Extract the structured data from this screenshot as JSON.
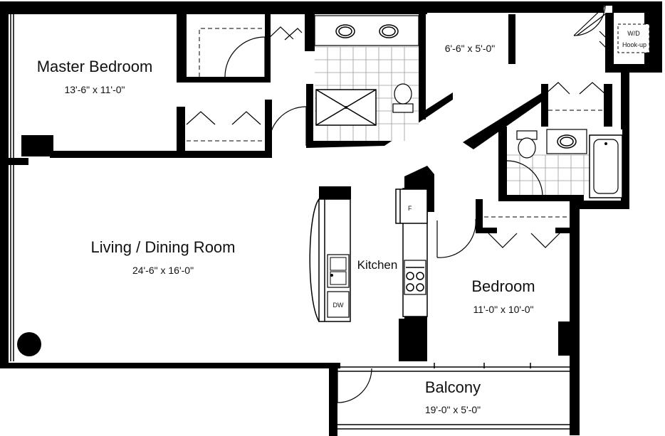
{
  "rooms": {
    "master_bedroom": {
      "name": "Master Bedroom",
      "dims": "13'-6\" x 11'-0\""
    },
    "living": {
      "name": "Living / Dining Room",
      "dims": "24'-6\" x 16'-0\""
    },
    "kitchen": {
      "name": "Kitchen"
    },
    "bedroom": {
      "name": "Bedroom",
      "dims": "11'-0\" x 10'-0\""
    },
    "balcony": {
      "name": "Balcony",
      "dims": "19'-0\" x 5'-0\""
    },
    "foyer": {
      "dims": "6'-6\" x 5'-0\""
    }
  },
  "labels": {
    "wd": "W/D",
    "hookup": "Hook-up",
    "fridge": "F",
    "dishwasher": "DW"
  }
}
